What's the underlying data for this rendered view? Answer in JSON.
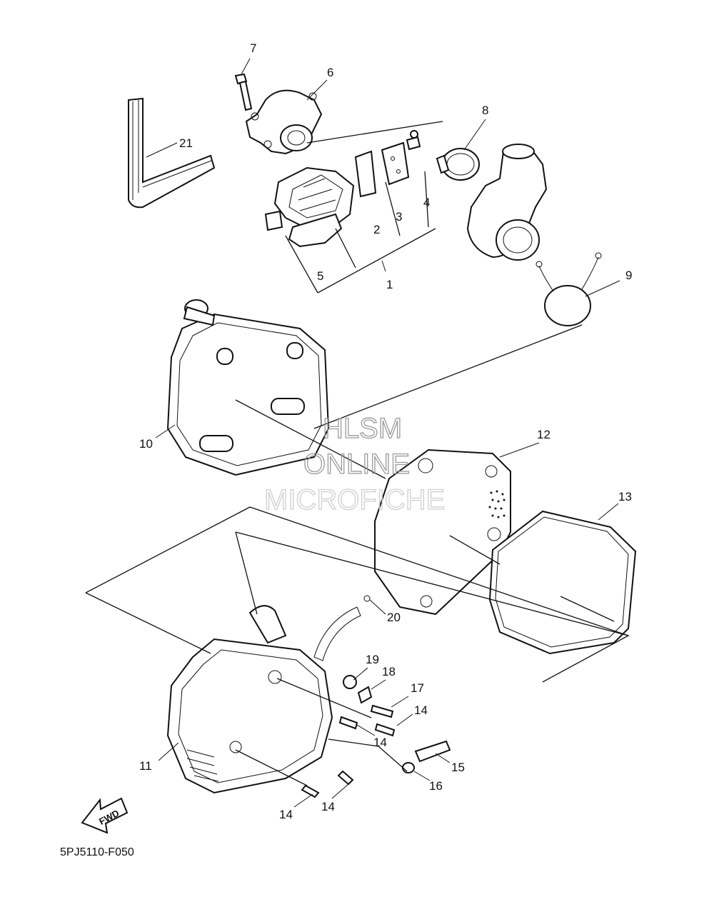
{
  "diagram": {
    "callouts": [
      "1",
      "2",
      "3",
      "4",
      "5",
      "6",
      "7",
      "8",
      "9",
      "10",
      "11",
      "12",
      "13",
      "14",
      "14",
      "14",
      "14",
      "15",
      "16",
      "17",
      "18",
      "19",
      "20",
      "21"
    ],
    "watermark": {
      "line1": "HLSM",
      "line2": "ONLINE",
      "line3": "MICROFICHE"
    },
    "fwd_label": "FWD",
    "diagram_code": "5PJ5110-F050"
  }
}
